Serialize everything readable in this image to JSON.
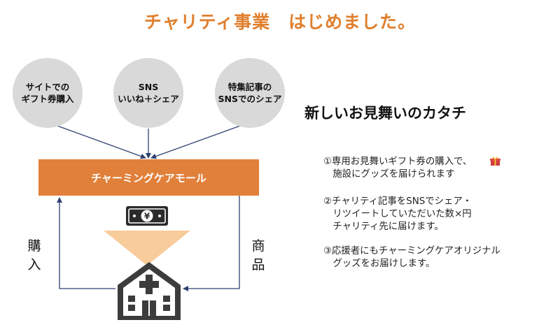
{
  "title": "チャリティ事業　はじめました。",
  "circles": [
    {
      "label": "サイトでの\nギフト券購入"
    },
    {
      "label": "SNS\nいいね＋シェア"
    },
    {
      "label": "特集記事の\nSNSでのシェア"
    }
  ],
  "mall": {
    "label": "チャーミングケアモール"
  },
  "left_label": "購入",
  "right_label": "商品",
  "heading": "新しいお見舞いのカタチ",
  "items": [
    {
      "text": "①専用お見舞いギフト券の購入で、\n　施設にグッズを届けられます"
    },
    {
      "text": "②チャリティ記事をSNSでシェア・\n　リツイートしていただいた数×円\n　チャリティ先に届けます。"
    },
    {
      "text": "③応援者にもチャーミングケアオリジナル\n　グッズをお届けします。"
    }
  ],
  "icons": {
    "gift": "gift-icon",
    "money": "money-icon",
    "hospital": "hospital-icon"
  }
}
